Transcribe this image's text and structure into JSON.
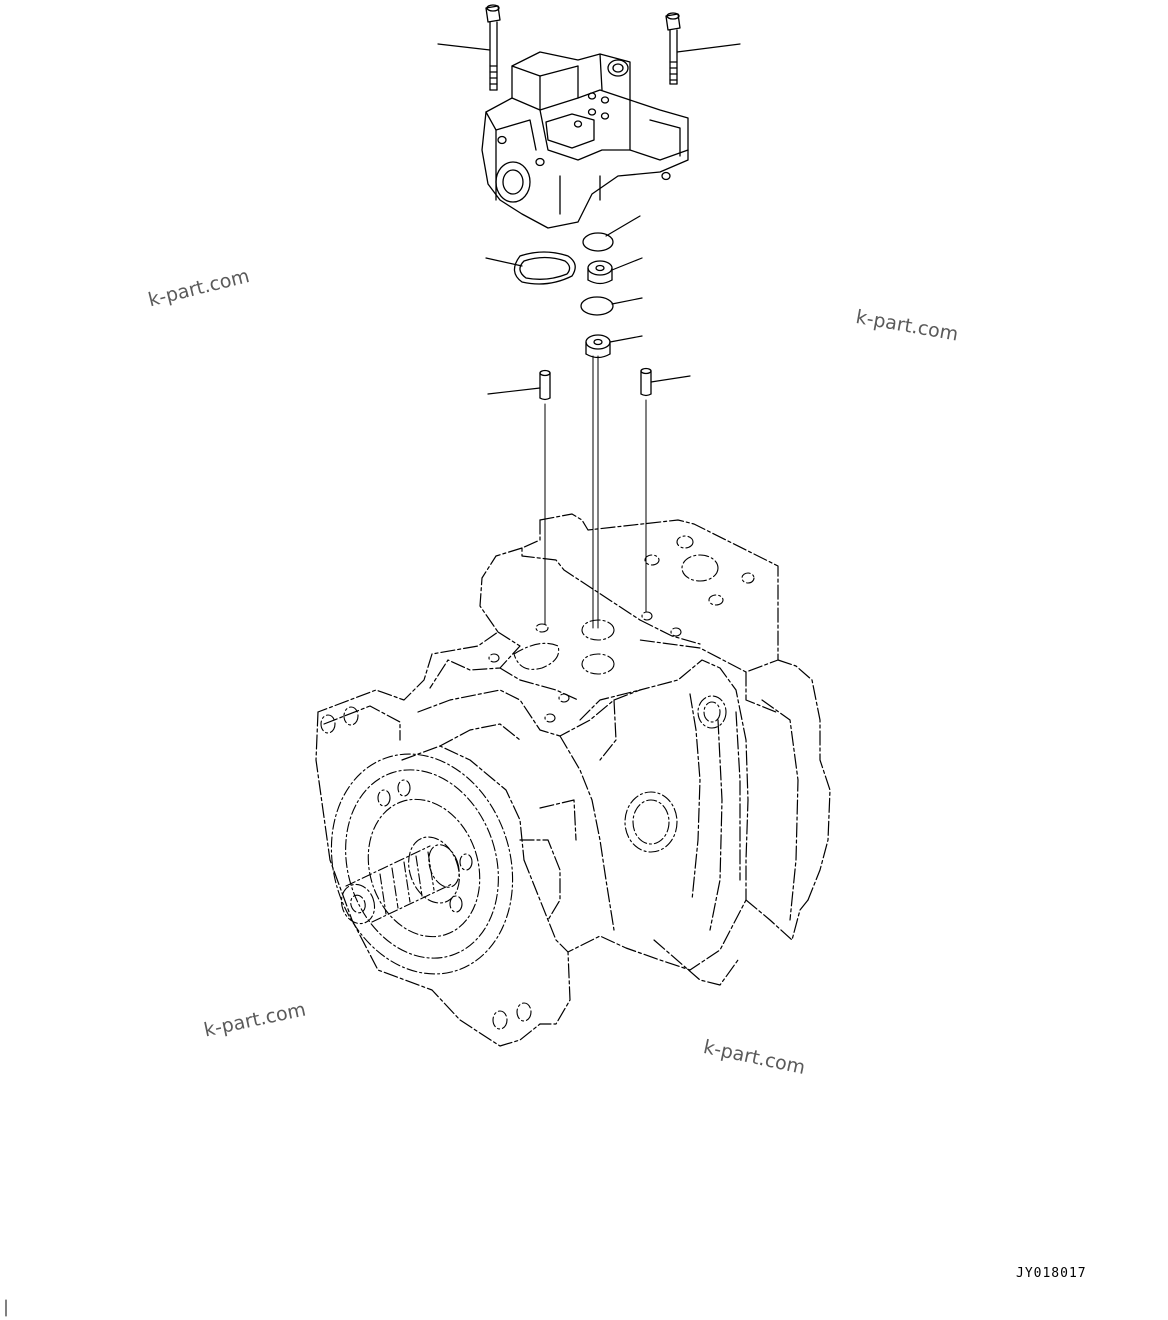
{
  "watermarks": [
    "k-part.com",
    "k-part.com",
    "k-part.com",
    "k-part.com"
  ],
  "drawing_code": "JY018017",
  "colors": {
    "line": "#000000",
    "background": "#ffffff",
    "watermark": "#5a5a5a"
  }
}
